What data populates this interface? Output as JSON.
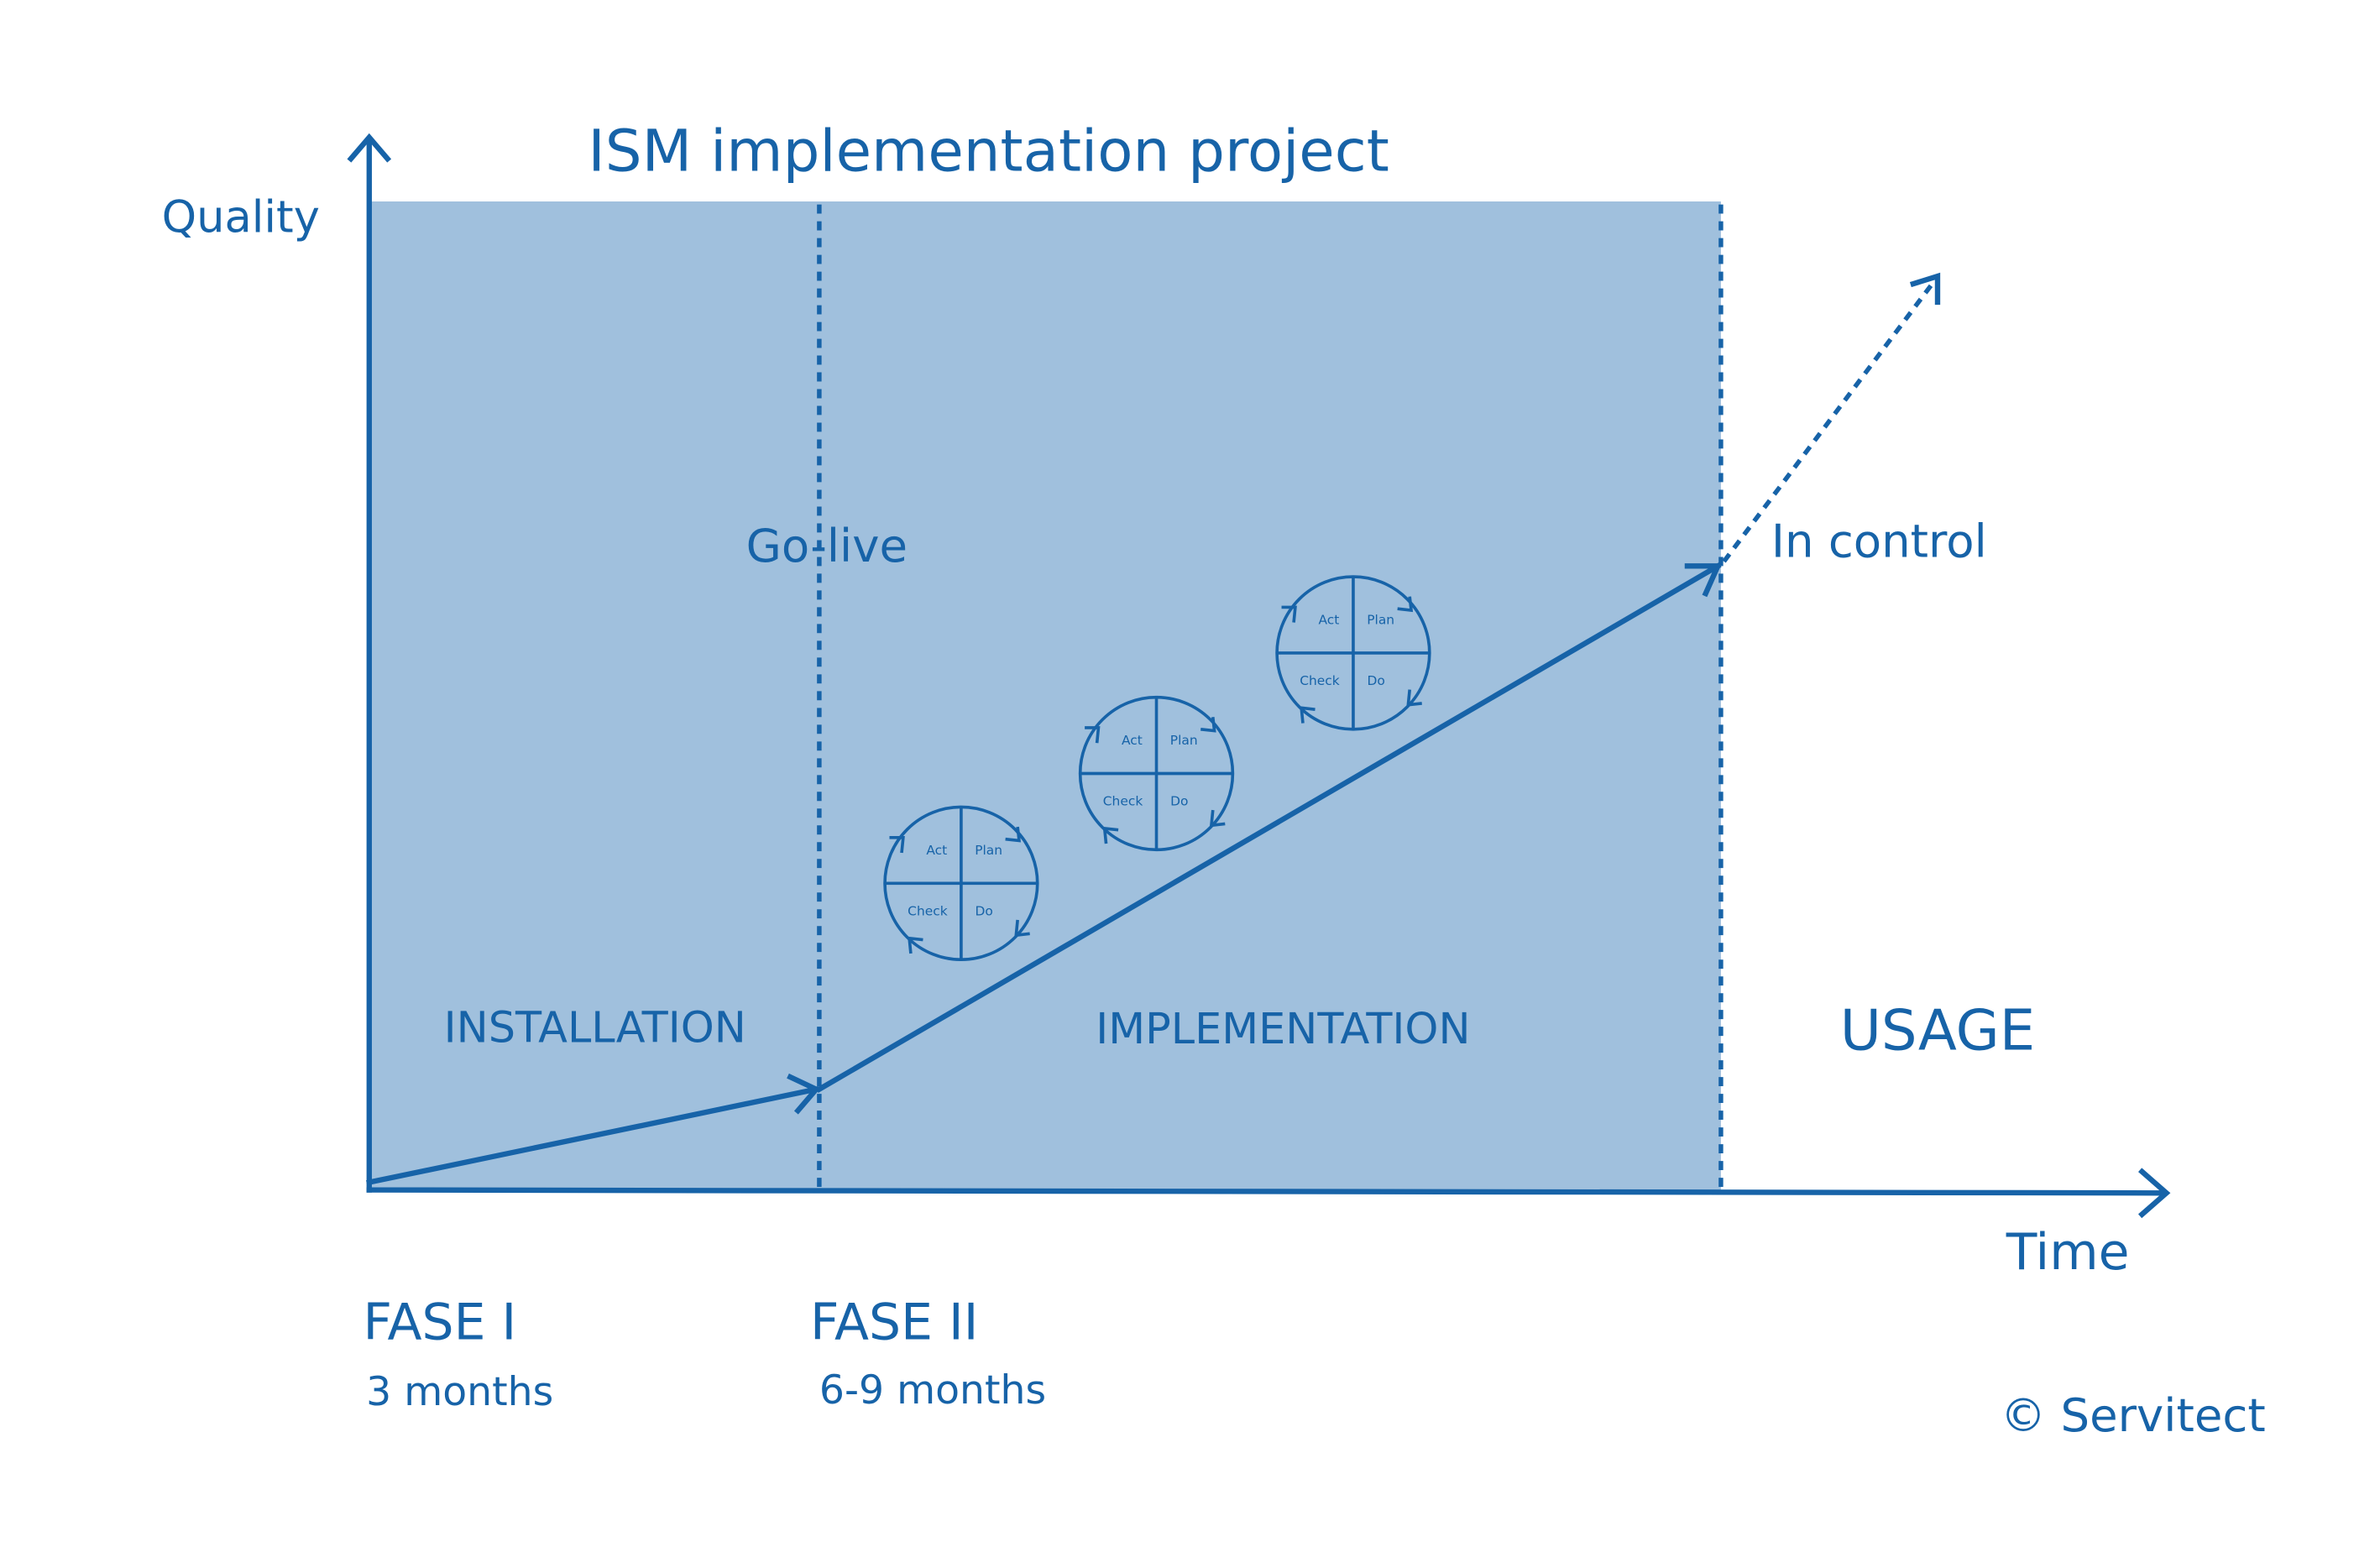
{
  "title": "ISM implementation project",
  "axes": {
    "y_label": "Quality",
    "x_label": "Time"
  },
  "milestones": {
    "go_live": "Go-live",
    "in_control": "In control"
  },
  "phases": {
    "installation": "INSTALLATION",
    "implementation": "IMPLEMENTATION",
    "usage": "USAGE"
  },
  "fases": [
    {
      "name": "FASE I",
      "duration": "3 months"
    },
    {
      "name": "FASE II",
      "duration": "6-9 months"
    }
  ],
  "pdca": {
    "act": "Act",
    "plan": "Plan",
    "check": "Check",
    "do": "Do"
  },
  "copyright": "© Servitect",
  "colors": {
    "primary": "#1763a8",
    "shade": "#a0c0dd"
  }
}
